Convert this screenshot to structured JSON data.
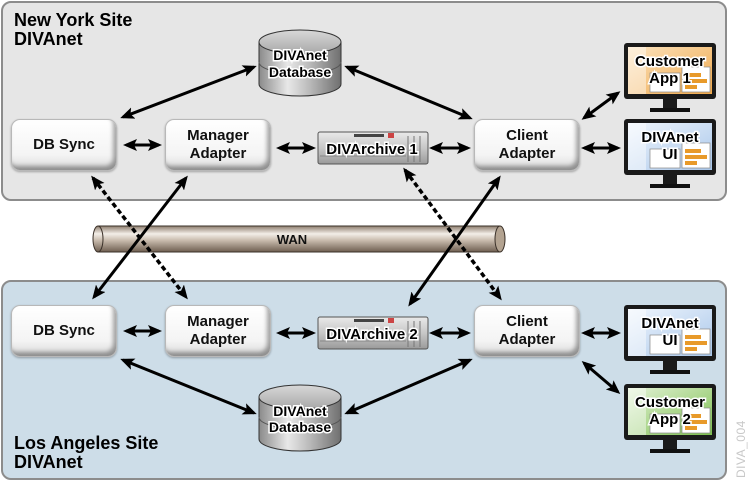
{
  "sites": {
    "new_york": {
      "title_line1": "New York Site",
      "title_line2": "DIVAnet"
    },
    "los_angeles": {
      "title_line1": "Los Angeles Site",
      "title_line2": "DIVAnet"
    }
  },
  "nodes": {
    "ny_db_sync": {
      "line1": "DB Sync"
    },
    "ny_manager_adapter": {
      "line1": "Manager",
      "line2": "Adapter"
    },
    "ny_client_adapter": {
      "line1": "Client",
      "line2": "Adapter"
    },
    "la_db_sync": {
      "line1": "DB Sync"
    },
    "la_manager_adapter": {
      "line1": "Manager",
      "line2": "Adapter"
    },
    "la_client_adapter": {
      "line1": "Client",
      "line2": "Adapter"
    }
  },
  "databases": {
    "ny": {
      "line1": "DIVAnet",
      "line2": "Database"
    },
    "la": {
      "line1": "DIVAnet",
      "line2": "Database"
    }
  },
  "archives": {
    "ny": {
      "label": "DIVArchive 1"
    },
    "la": {
      "label": "DIVArchive 2"
    }
  },
  "monitors": {
    "ny_customer_app": {
      "line1": "Customer",
      "line2": "App 1",
      "theme": "orange"
    },
    "ny_divanet_ui": {
      "line1": "DIVAnet",
      "line2": "UI",
      "theme": "blue"
    },
    "la_divanet_ui": {
      "line1": "DIVAnet",
      "line2": "UI",
      "theme": "blue"
    },
    "la_customer_app": {
      "line1": "Customer",
      "line2": "App 2",
      "theme": "green"
    }
  },
  "wan": {
    "label": "WAN"
  },
  "colors": {
    "ny_background": "#e6e6e6",
    "la_background": "#cddde8",
    "wan_pipe": "#b0a394",
    "orange_screen": "#f6c27e",
    "blue_screen": "#cfe0f4",
    "green_screen": "#a9d48a"
  },
  "figure_id": "DIVA_004"
}
